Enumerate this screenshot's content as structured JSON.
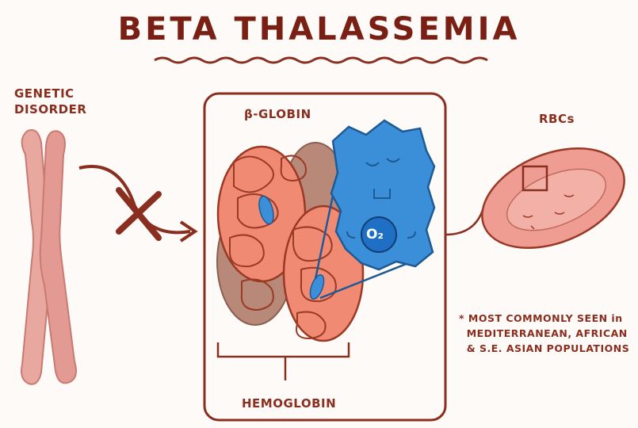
{
  "title": "BETA THALASSEMIA",
  "labels": {
    "genetic_disorder": "GENETIC\nDISORDER",
    "beta_globin": "β-GLOBIN",
    "rbcs": "RBCs",
    "hemoglobin": "HEMOGLOBIN",
    "o2": "O₂"
  },
  "note": "* MOST COMMONLY SEEN in\n  MEDITERRANEAN, AFRICAN\n  & S.E. ASIAN POPULATIONS",
  "colors": {
    "ink": "#8a2e1f",
    "chromosome": "#e8a8a0",
    "globin_salmon": "#f08a72",
    "globin_brown": "#b88878",
    "oxygen_blue": "#3b8fd8",
    "rbc": "#ef9d92"
  }
}
